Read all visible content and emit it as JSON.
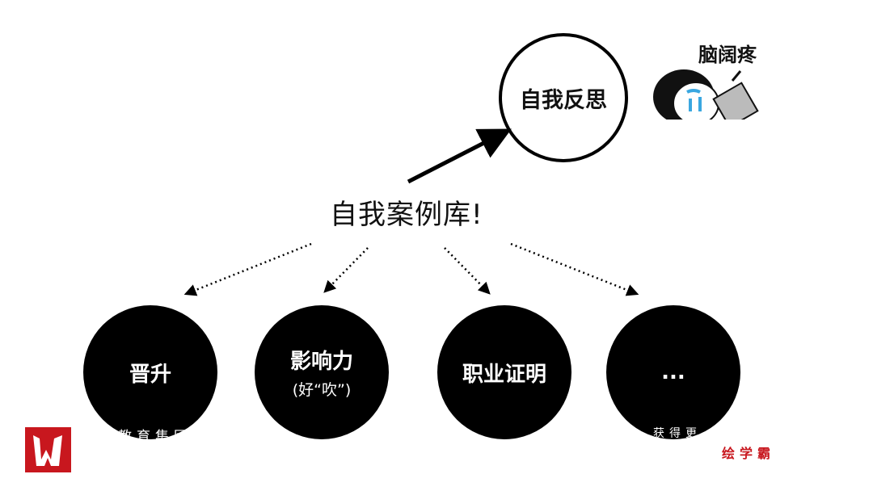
{
  "top_node": "自我反思",
  "center_label": "自我案例库!",
  "meme": {
    "caption": "脑阔疼"
  },
  "nodes": [
    {
      "label": "晋升",
      "sub": ""
    },
    {
      "label": "影响力",
      "sub": "(好“吹”)"
    },
    {
      "label": "职业证明",
      "sub": ""
    },
    {
      "label": "...",
      "sub": ""
    }
  ],
  "watermarks": {
    "left": "教育集团",
    "right": "获得更"
  },
  "brand": "绘学霸",
  "colors": {
    "brand_red": "#c8171e"
  }
}
